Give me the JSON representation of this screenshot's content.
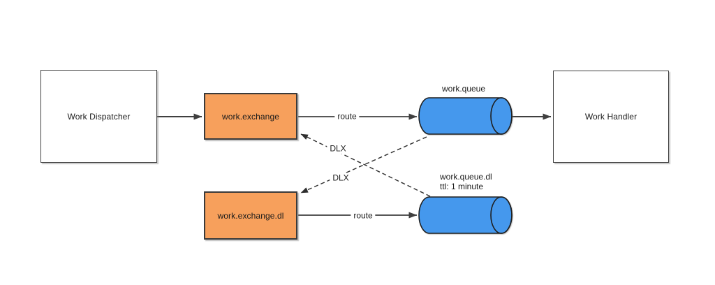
{
  "diagram": {
    "type": "message-queue-architecture",
    "colors": {
      "background": "#ffffff",
      "exchange_fill": "#f7a05c",
      "queue_fill": "#4598ed",
      "box_fill": "#ffffff",
      "border": "#3a3a3a",
      "arrow": "#3f3f3f",
      "dashed_arrow": "#2e2e2e",
      "text": "#1b1b1b"
    },
    "nodes": {
      "work_dispatcher": {
        "label": "Work Dispatcher",
        "shape": "rectangle"
      },
      "work_exchange": {
        "label": "work.exchange",
        "shape": "rectangle"
      },
      "work_exchange_dl": {
        "label": "work.exchange.dl",
        "shape": "rectangle"
      },
      "work_queue": {
        "label": "work.queue",
        "shape": "cylinder"
      },
      "work_queue_dl": {
        "label": "work.queue.dl",
        "sublabel": "ttl: 1 minute",
        "shape": "cylinder"
      },
      "work_handler": {
        "label": "Work Handler",
        "shape": "rectangle"
      }
    },
    "edges": {
      "dispatcher_to_exchange": {
        "from": "work_dispatcher",
        "to": "work_exchange",
        "style": "solid",
        "label": ""
      },
      "exchange_to_queue": {
        "from": "work_exchange",
        "to": "work_queue",
        "style": "solid",
        "label": "route"
      },
      "queue_to_handler": {
        "from": "work_queue",
        "to": "work_handler",
        "style": "solid",
        "label": ""
      },
      "exchange_dl_to_queue_dl": {
        "from": "work_exchange.dl",
        "to": "work_queue.dl",
        "style": "solid",
        "label": "route"
      },
      "queue_dl_to_exchange": {
        "from": "work_queue.dl",
        "to": "work_exchange",
        "style": "dashed",
        "label": "DLX"
      },
      "queue_to_exchange_dl": {
        "from": "work_queue",
        "to": "work_exchange.dl",
        "style": "dashed",
        "label": "DLX"
      }
    }
  }
}
